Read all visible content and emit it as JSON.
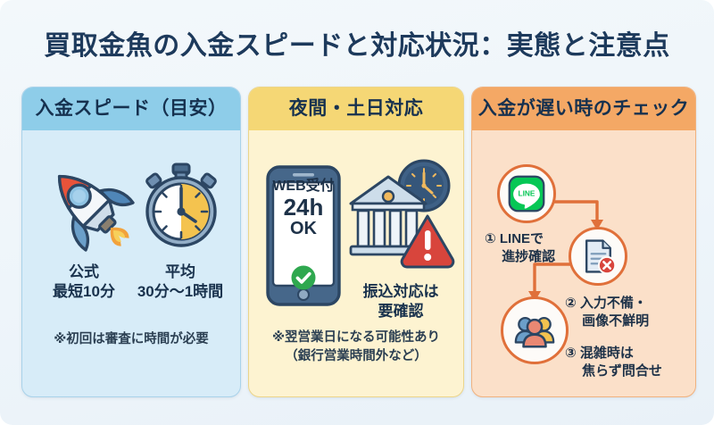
{
  "title": "買取金魚の入金スピードと対応状況：実態と注意点",
  "colors": {
    "title_text": "#1d3a5c",
    "panel1_header_bg": "#8ecde9",
    "panel1_body_bg": "#d7ecf8",
    "panel2_header_bg": "#f5d775",
    "panel2_body_bg": "#fdf3d1",
    "panel3_header_bg": "#f4a865",
    "panel3_body_bg": "#fbe0c9",
    "accent_orange": "#e0703a",
    "warning_red": "#d8453c",
    "success_green": "#2fa84f",
    "line_green": "#06c755"
  },
  "panels": [
    {
      "id": "speed",
      "header": "入金スピード（目安）",
      "items": [
        {
          "icon": "rocket-icon",
          "label": "公式\n最短10分"
        },
        {
          "icon": "stopwatch-icon",
          "label": "平均\n30分〜1時間"
        }
      ],
      "note": "※初回は審査に時間が必要"
    },
    {
      "id": "night-weekend",
      "header": "夜間・土日対応",
      "phone": {
        "line1": "WEB受付",
        "line2": "24h",
        "line3": "OK",
        "badge": "check-circle-icon"
      },
      "bank": {
        "icon": "bank-icon",
        "clock": "clock-icon",
        "alert": "warning-triangle-icon",
        "label": "振込対応は\n要確認"
      },
      "note": "※翌営業日になる可能性あり\n（銀行営業時間外など）"
    },
    {
      "id": "slow-payment-check",
      "header": "入金が遅い時のチェック",
      "steps": [
        {
          "num": "①",
          "icon": "line-logo-icon",
          "label": "① LINEで\n　 進捗確認"
        },
        {
          "num": "②",
          "icon": "document-error-icon",
          "label": "② 入力不備・\n　 画像不鮮明"
        },
        {
          "num": "③",
          "icon": "people-group-icon",
          "label": "③ 混雑時は\n　 焦らず問合せ"
        }
      ]
    }
  ]
}
